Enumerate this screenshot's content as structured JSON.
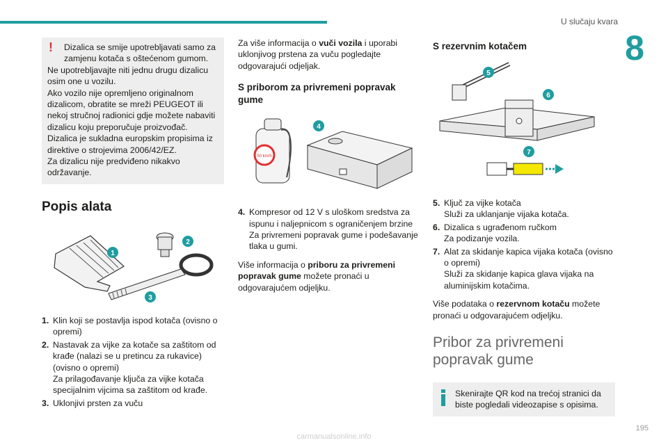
{
  "header": {
    "chapter_title": "U slučaju kvara",
    "chapter_number": "8",
    "page_number": "195"
  },
  "col1": {
    "warning": {
      "first_line": "Dizalica se smije upotrebljavati samo za zamjenu kotača s oštećenom gumom.",
      "lines": [
        "Ne upotrebljavajte niti jednu drugu dizalicu osim one u vozilu.",
        "Ako vozilo nije opremljeno originalnom dizalicom, obratite se mreži PEUGEOT ili nekoj stručnoj radionici gdje možete nabaviti dizalicu koju preporučuje proizvođač.",
        "Dizalica je sukladna europskim propisima iz direktive o strojevima 2006/42/EZ.",
        "Za dizalicu nije predviđeno nikakvo održavanje."
      ]
    },
    "section_title": "Popis alata",
    "image_badges": [
      "1",
      "2",
      "3"
    ],
    "items": [
      {
        "num": "1.",
        "lines": [
          "Klin koji se postavlja ispod kotača (ovisno o opremi)"
        ]
      },
      {
        "num": "2.",
        "lines": [
          "Nastavak za vijke za kotače sa zaštitom od krađe (nalazi se u pretincu za rukavice) (ovisno o opremi)",
          "Za prilagođavanje ključa za vijke kotača specijalnim vijcima sa zaštitom od krađe."
        ]
      },
      {
        "num": "3.",
        "lines": [
          "Uklonjivi prsten za vuču"
        ]
      }
    ]
  },
  "col2": {
    "para1": {
      "before": "Za više informacija o ",
      "bold": "vuči vozila",
      "after": " i uporabi uklonjivog prstena za vuču pogledajte odgovarajući odjeljak."
    },
    "heading": "S priborom za privremeni popravak gume",
    "image_badge": "4",
    "bottle_label": "50 km/h",
    "items": [
      {
        "num": "4.",
        "lines": [
          "Kompresor od 12 V s uloškom sredstva za ispunu i naljepnicom s ograničenjem brzine",
          "Za privremeni popravak gume i podešavanje tlaka u gumi."
        ]
      }
    ],
    "para2": {
      "before": "Više informacija o ",
      "bold": "priboru za privremeni popravak gume",
      "after": " možete pronaći u odgovarajućem odjeljku."
    }
  },
  "col3": {
    "heading": "S rezervnim kotačem",
    "image_badges": [
      "5",
      "6",
      "7"
    ],
    "items": [
      {
        "num": "5.",
        "lines": [
          "Ključ za vijke kotača",
          "Služi za uklanjanje vijaka kotača."
        ]
      },
      {
        "num": "6.",
        "lines": [
          "Dizalica s ugrađenom ručkom",
          "Za podizanje vozila."
        ]
      },
      {
        "num": "7.",
        "lines": [
          "Alat za skidanje kapica vijaka kotača (ovisno o opremi)",
          "Služi za skidanje kapica glava vijaka na aluminijskim kotačima."
        ]
      }
    ],
    "para": {
      "before": "Više podataka o ",
      "bold": "rezervnom kotaču",
      "after": " možete pronaći u odgovarajućem odjeljku."
    },
    "big_heading": "Pribor za privremeni popravak gume",
    "info": "Skenirajte QR kod na trećoj stranici da biste pogledali videozapise s opisima."
  },
  "footer": {
    "watermark": "carmanualsonline.info"
  },
  "colors": {
    "accent": "#1f9d9f",
    "warning_red": "#e03131",
    "box_grey": "#eeeeee",
    "highlight_yellow": "#f5e800"
  }
}
